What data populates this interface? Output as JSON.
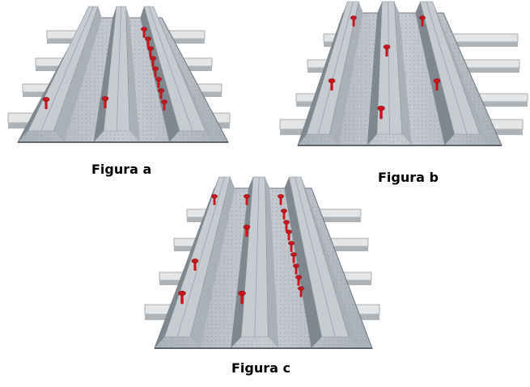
{
  "figures": [
    {
      "caption": "Figura a",
      "fastener_pattern": "side-lap row along one web, single screws in two valleys"
    },
    {
      "caption": "Figura b",
      "fastener_pattern": "one screw per valley at alternating supports"
    },
    {
      "caption": "Figura c",
      "fastener_pattern": "side-lap row plus screws in every valley"
    }
  ],
  "colors": {
    "deck_light": "#c7ccd1",
    "deck_mid": "#a9b0b7",
    "deck_dark": "#7f878f",
    "joist_top": "#e3e5e7",
    "joist_front": "#aeb3b8",
    "screw": "#c8161c"
  }
}
